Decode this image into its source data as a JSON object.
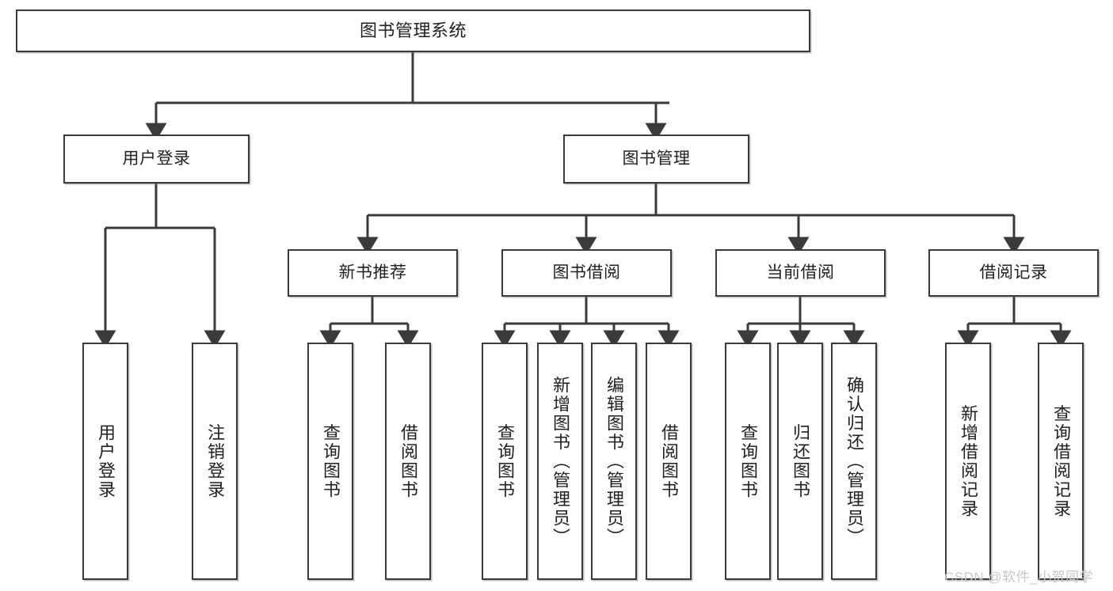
{
  "diagram": {
    "title": "图书管理系统",
    "type": "hierarchy-tree",
    "root": {
      "label": "图书管理系统"
    },
    "level2": [
      {
        "label": "用户登录"
      },
      {
        "label": "图书管理"
      }
    ],
    "level3": [
      {
        "label": "新书推荐"
      },
      {
        "label": "图书借阅"
      },
      {
        "label": "当前借阅"
      },
      {
        "label": "借阅记录"
      }
    ],
    "leaves": {
      "user_login": [
        {
          "label": "用户登录"
        },
        {
          "label": "注销登录"
        }
      ],
      "new_book_recommend": [
        {
          "label": "查询图书"
        },
        {
          "label": "借阅图书"
        }
      ],
      "book_borrow": [
        {
          "label": "查询图书"
        },
        {
          "label": "新增图书（管理员）"
        },
        {
          "label": "编辑图书（管理员）"
        },
        {
          "label": "借阅图书"
        }
      ],
      "current_borrow": [
        {
          "label": "查询图书"
        },
        {
          "label": "归还图书"
        },
        {
          "label": "确认归还（管理员）"
        }
      ],
      "borrow_record": [
        {
          "label": "新增借阅记录"
        },
        {
          "label": "查询借阅记录"
        }
      ]
    }
  },
  "watermark": {
    "text": "CSDN @软件_小贺同学"
  },
  "colors": {
    "stroke": "#3a3a3a",
    "background": "#ffffff",
    "text": "#1f1f1f",
    "watermark": "#c8c8c8"
  }
}
